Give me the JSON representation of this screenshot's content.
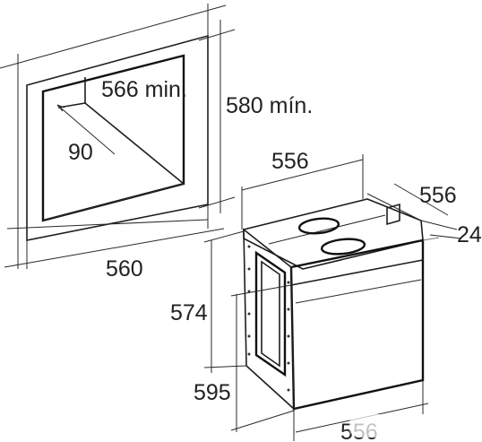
{
  "niche": {
    "width": "560",
    "depth": "566 min.",
    "height": "580 mín.",
    "vent": "90"
  },
  "oven": {
    "top_width": "556",
    "top_depth": "556",
    "panel": "24",
    "body_height": "574",
    "front_height": "595",
    "front_width": "556"
  },
  "watermark": ""
}
